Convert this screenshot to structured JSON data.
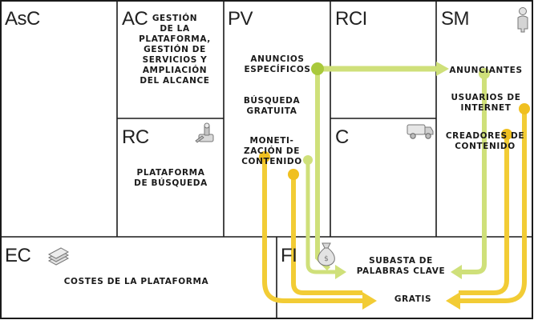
{
  "canvas": {
    "blocks": {
      "asc": {
        "code": "AsC"
      },
      "ac": {
        "code": "AC",
        "items": [
          "GESTIÓN\nDE LA\nPLATAFORMA,\nGESTIÓN DE\nSERVICIOS Y\nAMPLIACIÓN\nDEL ALCANCE"
        ]
      },
      "rc": {
        "code": "RC",
        "items": [
          "PLATAFORMA\nDE BÚSQUEDA"
        ]
      },
      "pv": {
        "code": "PV",
        "items": [
          "ANUNCIOS\nESPECÍFICOS",
          "BÚSQUEDA\nGRATUITA",
          "MONETI-\nZACIÓN DE\nCONTENIDO"
        ]
      },
      "rci": {
        "code": "RCI"
      },
      "c": {
        "code": "C"
      },
      "sm": {
        "code": "SM",
        "items": [
          "ANUNCIANTES",
          "USUARIOS DE\nINTERNET",
          "CREADORES DE\nCONTENIDO"
        ]
      },
      "ec": {
        "code": "EC",
        "items": [
          "COSTES DE LA PLATAFORMA"
        ]
      },
      "fi": {
        "code": "FI",
        "items": [
          "SUBASTA DE\nPALABRAS CLAVE",
          "GRATIS"
        ]
      }
    },
    "icons": {
      "rc": "tools-icon",
      "c": "delivery-truck-icon",
      "sm": "person-icon",
      "ec": "stack-icon",
      "fi": "money-bag-icon"
    },
    "colors": {
      "grid": "#1a1a1a",
      "flow_light": "#c8dc6a",
      "flow_light_dot": "#a9c93b",
      "flow_yellow": "#f2cc35",
      "flow_yellow_dot": "#f0c020"
    }
  }
}
